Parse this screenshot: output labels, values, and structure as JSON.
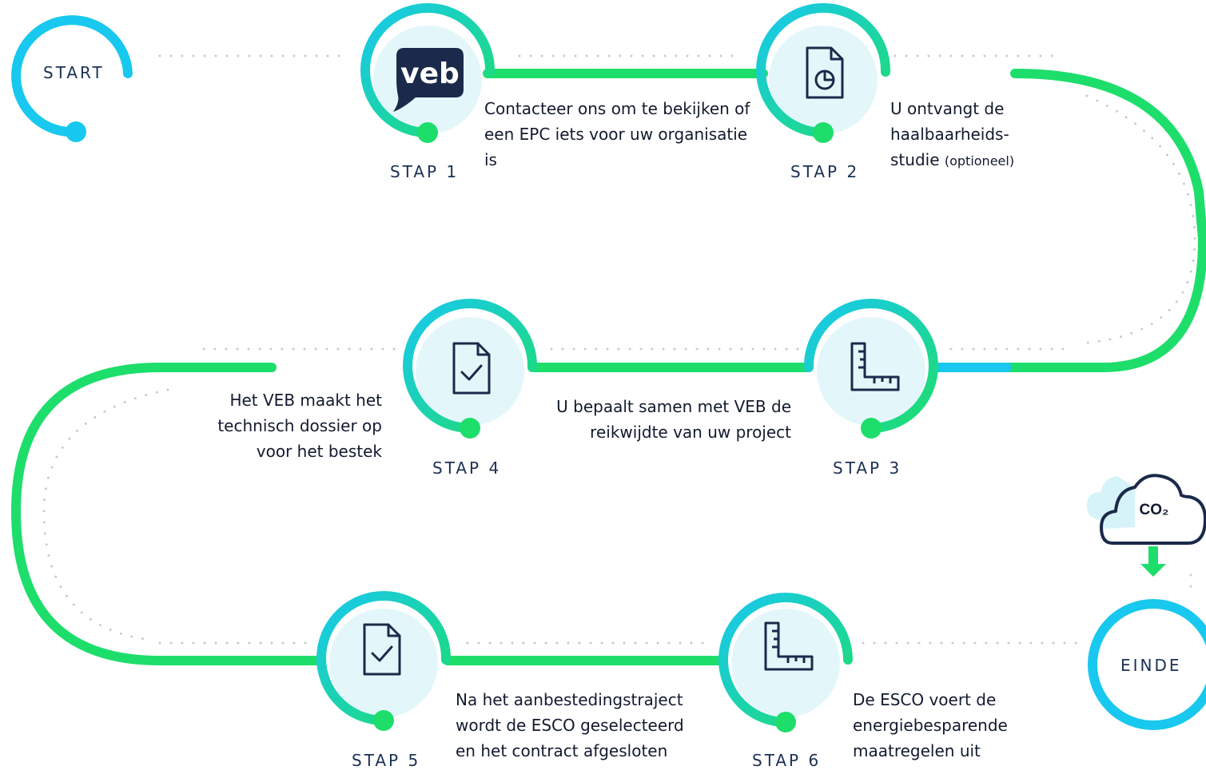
{
  "start_label": "START",
  "end_label": "EINDE",
  "co2_label": "CO₂",
  "logo_text": "veb",
  "steps": [
    {
      "label": "STAP 1",
      "text": "Contacteer ons om te bekijken of een EPC iets voor uw organisatie is",
      "icon": "veb-logo-icon"
    },
    {
      "label": "STAP 2",
      "text": "U ontvangt de haalbaarheids-studie",
      "text_small": "(optioneel)",
      "icon": "pie-chart-document-icon"
    },
    {
      "label": "STAP 3",
      "text": "U bepaalt samen met VEB de reikwijdte van uw project",
      "icon": "ruler-icon"
    },
    {
      "label": "STAP 4",
      "text": "Het VEB maakt het technisch dossier op voor het bestek",
      "icon": "checked-document-icon"
    },
    {
      "label": "STAP 5",
      "text": "Na het aanbestedingstraject wordt de ESCO geselecteerd en het contract afgesloten",
      "icon": "checked-document-icon"
    },
    {
      "label": "STAP 6",
      "text": "De ESCO voert de energiebesparende maatregelen uit",
      "icon": "ruler-icon"
    }
  ],
  "colors": {
    "cyan": "#18c8ee",
    "green": "#1ede6b",
    "navy": "#1b2a4a",
    "light_fill": "#e3f7fb",
    "dots": "#c7ccd3"
  }
}
